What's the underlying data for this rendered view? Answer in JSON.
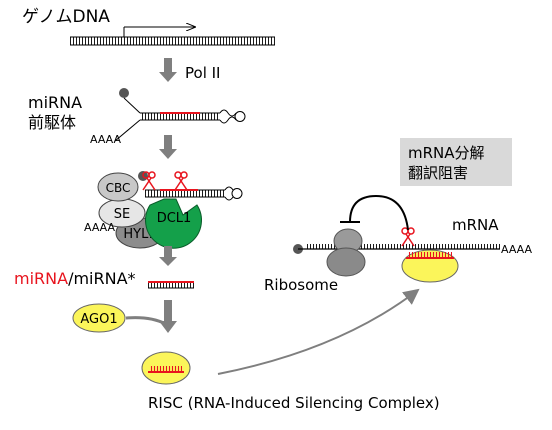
{
  "labels": {
    "genome": "ゲノムDNA",
    "pol": "Pol II",
    "precursor_line1": "miRNA",
    "precursor_line2": "前駆体",
    "polyA_precursor": "AAAA",
    "cbc": "CBC",
    "se": "SE",
    "hyl1": "HYL1",
    "dcl1": "DCL1",
    "polyA_complex": "AAAA",
    "duplex_mirna": "miRNA",
    "duplex_rest": "/miRNA*",
    "ago1": "AGO1",
    "risc": "RISC (RNA-Induced Silencing Complex)",
    "effect_line1": "mRNA分解",
    "effect_line2": "翻訳阻害",
    "mrna": "mRNA",
    "ribosome": "Ribosome",
    "polyA_mrna": "AAAA"
  },
  "colors": {
    "red": "#e8141e",
    "green": "#14a04a",
    "yellow": "#fbf55a",
    "arrow_gray": "#7f7f7f",
    "box_gray": "#d9d9d9"
  }
}
